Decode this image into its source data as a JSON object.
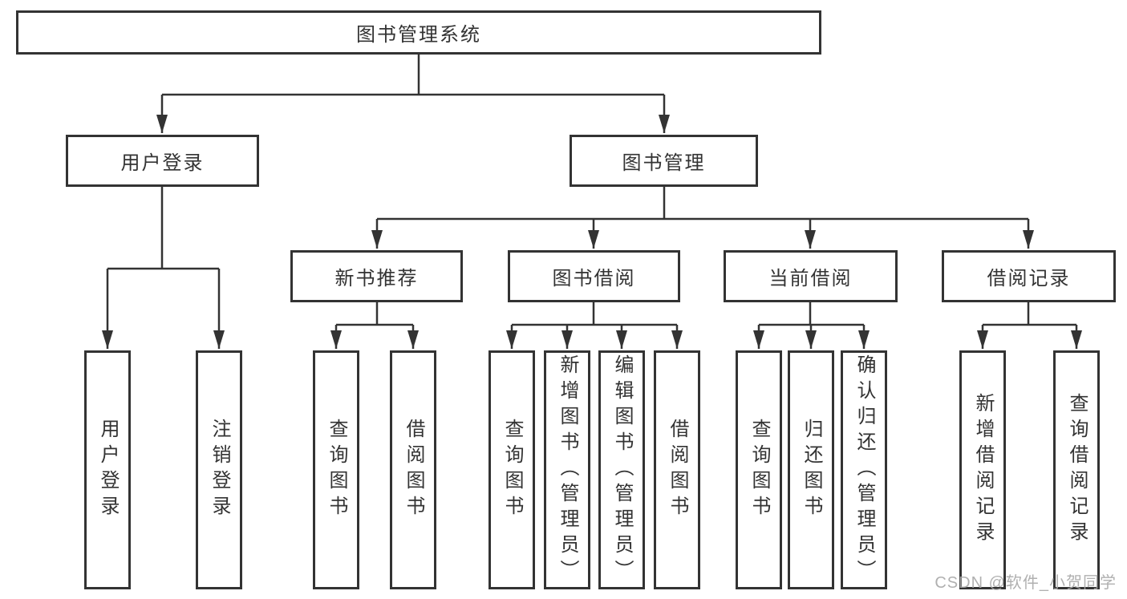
{
  "tree": {
    "label": "图书管理系统",
    "children": [
      {
        "label": "用户登录",
        "children": [
          {
            "label": "用户登录"
          },
          {
            "label": "注销登录"
          }
        ]
      },
      {
        "label": "图书管理",
        "children": [
          {
            "label": "新书推荐",
            "children": [
              {
                "label": "查询图书"
              },
              {
                "label": "借阅图书"
              }
            ]
          },
          {
            "label": "图书借阅",
            "children": [
              {
                "label": "查询图书"
              },
              {
                "label": "新增图书（管理员）"
              },
              {
                "label": "编辑图书（管理员）"
              },
              {
                "label": "借阅图书"
              }
            ]
          },
          {
            "label": "当前借阅",
            "children": [
              {
                "label": "查询图书"
              },
              {
                "label": "归还图书"
              },
              {
                "label": "确认归还（管理员）"
              }
            ]
          },
          {
            "label": "借阅记录",
            "children": [
              {
                "label": "新增借阅记录"
              },
              {
                "label": "查询借阅记录"
              }
            ]
          }
        ]
      }
    ]
  },
  "watermark": {
    "text": "CSDN @软件_小贺同学",
    "color": "#a8a8a8"
  },
  "colors": {
    "line": "#333333",
    "box_border": "#333333",
    "box_fill": "#ffffff",
    "text": "#333333",
    "background": "#ffffff"
  }
}
